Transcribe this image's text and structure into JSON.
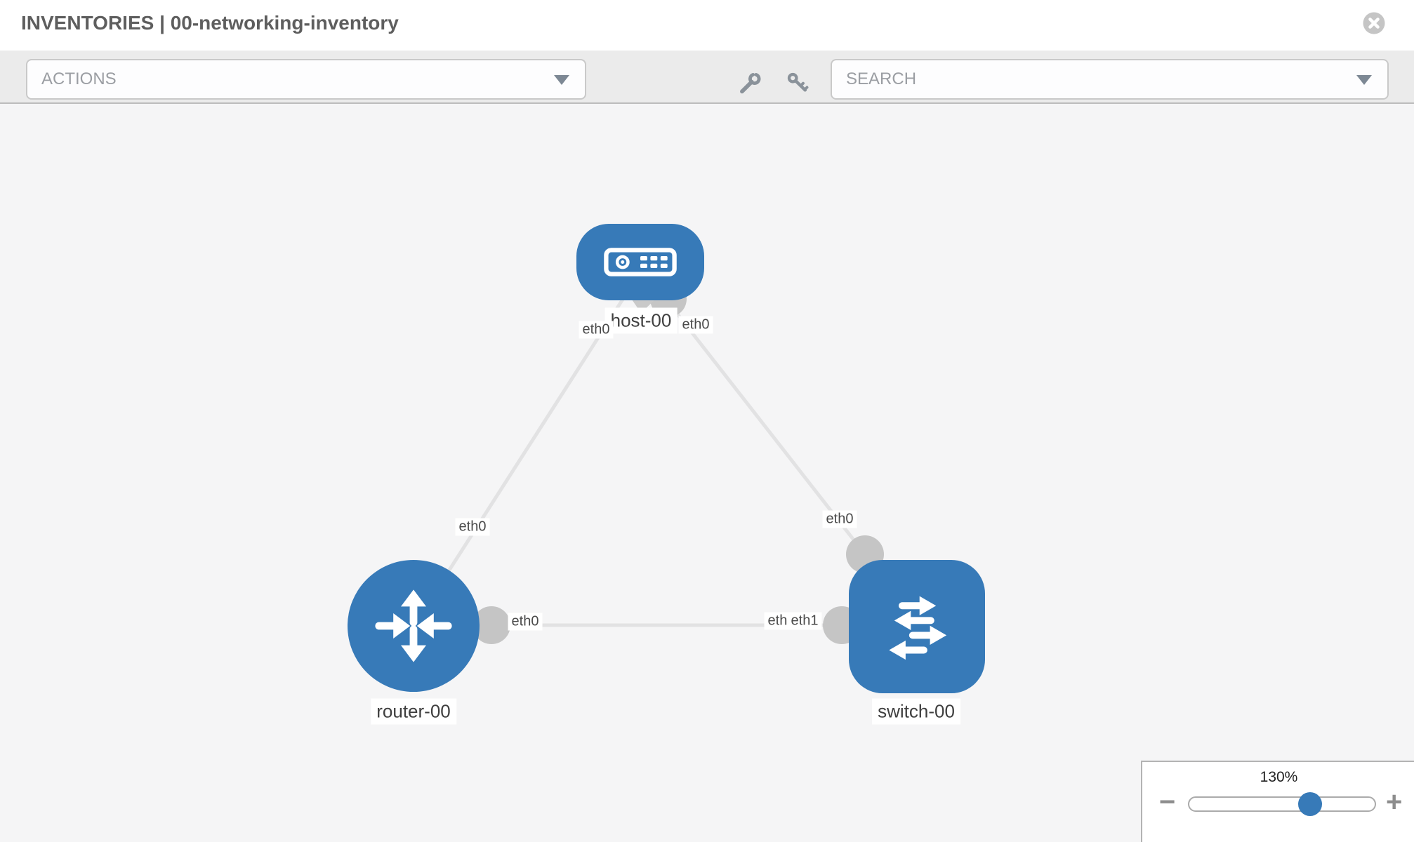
{
  "window": {
    "title": "INVENTORIES | 00-networking-inventory"
  },
  "header": {
    "close_icon": "close-circle"
  },
  "toolbar": {
    "actions_dropdown": {
      "value": "ACTIONS"
    },
    "wrench_icon": "wrench",
    "key_icon": "key",
    "search_dropdown": {
      "placeholder": "SEARCH"
    }
  },
  "topology": {
    "nodes": [
      {
        "label": "host-00",
        "type": "host"
      },
      {
        "label": "router-00",
        "type": "router"
      },
      {
        "label": "switch-00",
        "type": "switch"
      }
    ],
    "links": [
      {
        "from": "host-00",
        "to": "router-00",
        "from_interface": "eth0",
        "to_interface": "eth0"
      },
      {
        "from": "host-00",
        "to": "switch-00",
        "from_interface": "eth0",
        "to_interface": "eth0"
      },
      {
        "from": "router-00",
        "to": "switch-00",
        "from_interface": "eth0",
        "to_interface": "eth1"
      }
    ],
    "port_labels": [
      {
        "text": "eth0"
      },
      {
        "text": "eth0"
      },
      {
        "text": "eth0"
      },
      {
        "text": "eth0"
      },
      {
        "text": "eth0"
      },
      {
        "text": "eth0"
      },
      {
        "text": "eth1"
      }
    ]
  },
  "zoom_control": {
    "value": "130%",
    "minus_label": "−",
    "plus_label": "+"
  },
  "colors": {
    "node_blue": "#377ab8",
    "link_gray": "#e2e2e3",
    "port_gray": "#c5c5c5",
    "toolbar_gray": "#ebebeb",
    "canvas_gray": "#f5f5f6"
  }
}
